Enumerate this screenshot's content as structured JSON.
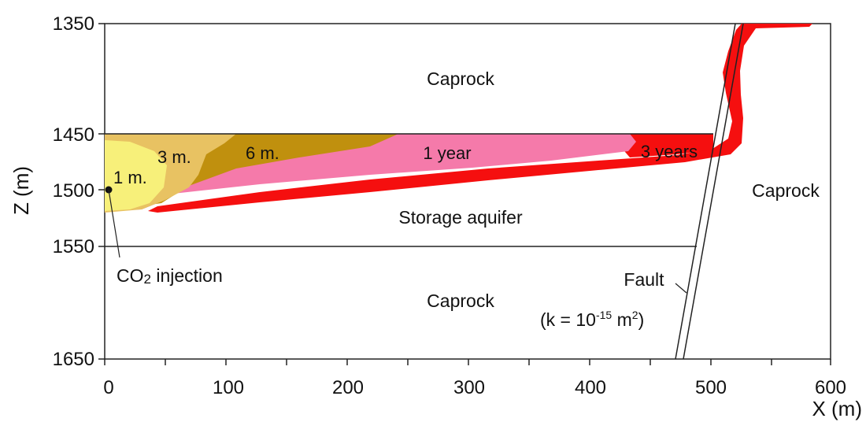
{
  "axes": {
    "x_title": "X (m)",
    "z_title": "Z (m)",
    "x_ticks": [
      "0",
      "100",
      "200",
      "300",
      "400",
      "500",
      "600"
    ],
    "z_ticks": [
      "1350",
      "1450",
      "1500",
      "1550",
      "1650"
    ]
  },
  "regions": {
    "caprock_upper": "Caprock",
    "caprock_right": "Caprock",
    "caprock_lower": "Caprock",
    "aquifer": "Storage aquifer"
  },
  "plume_labels": {
    "one_month": "1 m.",
    "three_months": "3 m.",
    "six_months": "6 m.",
    "one_year": "1 year",
    "three_years": "3 years"
  },
  "injection": {
    "prefix": "CO",
    "subscript": "2",
    "suffix": " injection"
  },
  "fault": {
    "label": "Fault",
    "perm_prefix": "(k = 10",
    "perm_exponent": "-15",
    "perm_middle": " m",
    "perm_unit_exponent": "2",
    "perm_suffix": ")"
  },
  "colors": {
    "three_years": "#f50f0f",
    "one_year": "#f57aaa",
    "six_months": "#c0900e",
    "three_months": "#e8c262",
    "one_month": "#f7f07a"
  }
}
